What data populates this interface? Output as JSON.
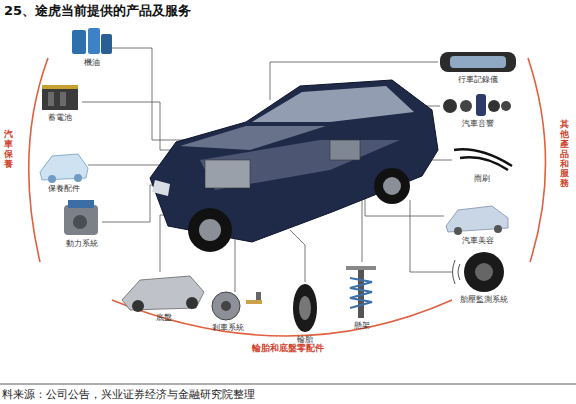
{
  "diagram": {
    "title": "25、途虎当前提供的产品及服务",
    "caption": "料来源：公司公告，兴业证券经济与金融研究院整理",
    "labels": [
      "機油",
      "蓄電池",
      "保養配件",
      "動力系統",
      "底盤",
      "剎車系統",
      "輪胎",
      "懸架",
      "行車記錄儀",
      "汽車音響",
      "雨刷",
      "汽車美容",
      "胎壓監測系統",
      "汽車保養",
      "輪胎和底盤零配件",
      "其他產品和服務"
    ]
  }
}
